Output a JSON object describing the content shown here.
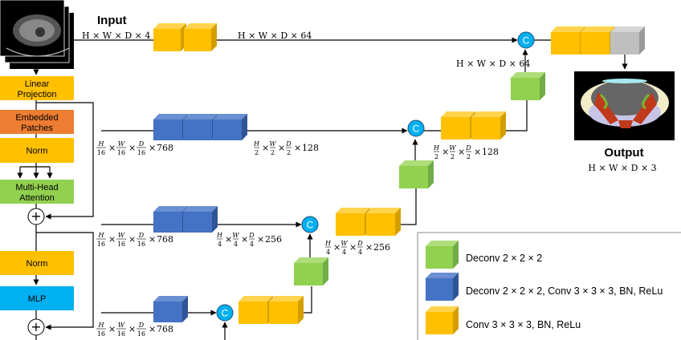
{
  "input": {
    "title": "Input",
    "dims": "H × W × D × 4"
  },
  "output": {
    "title": "Output",
    "dims": "H × W × D × 3"
  },
  "skip_top_dims": "H × W × D × 64",
  "decoder_top_dims": "H × W × D × 64",
  "encoder_blocks": [
    {
      "label": "Linear Projection",
      "color": "#FFC000"
    },
    {
      "label": "Embedded Patches",
      "color": "#ED7D31"
    },
    {
      "label": "Norm",
      "color": "#FFC000"
    },
    {
      "label": "Multi-Head Attention",
      "color": "#92D050"
    },
    {
      "label": "Norm",
      "color": "#FFC000"
    },
    {
      "label": "MLP",
      "color": "#00B0F0"
    }
  ],
  "concat_symbol": "C",
  "add_symbol": "+",
  "fraction_labels": [
    {
      "num": [
        "H",
        "W",
        "D"
      ],
      "den": "16",
      "ch": "768"
    },
    {
      "num": [
        "H",
        "W",
        "D"
      ],
      "den": "2",
      "ch": "128"
    },
    {
      "num": [
        "H",
        "W",
        "D"
      ],
      "den": "2",
      "ch": "128"
    },
    {
      "num": [
        "H",
        "W",
        "D"
      ],
      "den": "16",
      "ch": "768"
    },
    {
      "num": [
        "H",
        "W",
        "D"
      ],
      "den": "4",
      "ch": "256"
    },
    {
      "num": [
        "H",
        "W",
        "D"
      ],
      "den": "4",
      "ch": "256"
    },
    {
      "num": [
        "H",
        "W",
        "D"
      ],
      "den": "16",
      "ch": "768"
    }
  ],
  "legend": [
    {
      "label": "Deconv 2 × 2 × 2",
      "type": "green"
    },
    {
      "label": "Deconv 2 × 2 × 2, Conv 3 × 3 × 3, BN, ReLu",
      "type": "blue"
    },
    {
      "label": "Conv 3 × 3 × 3, BN, ReLu",
      "type": "yellow"
    }
  ],
  "colors": {
    "yellow": "#FFC000",
    "blue": "#4472C4",
    "green": "#92D050",
    "gray": "#BFBFBF",
    "orange": "#ED7D31",
    "cyan": "#00B0F0"
  }
}
